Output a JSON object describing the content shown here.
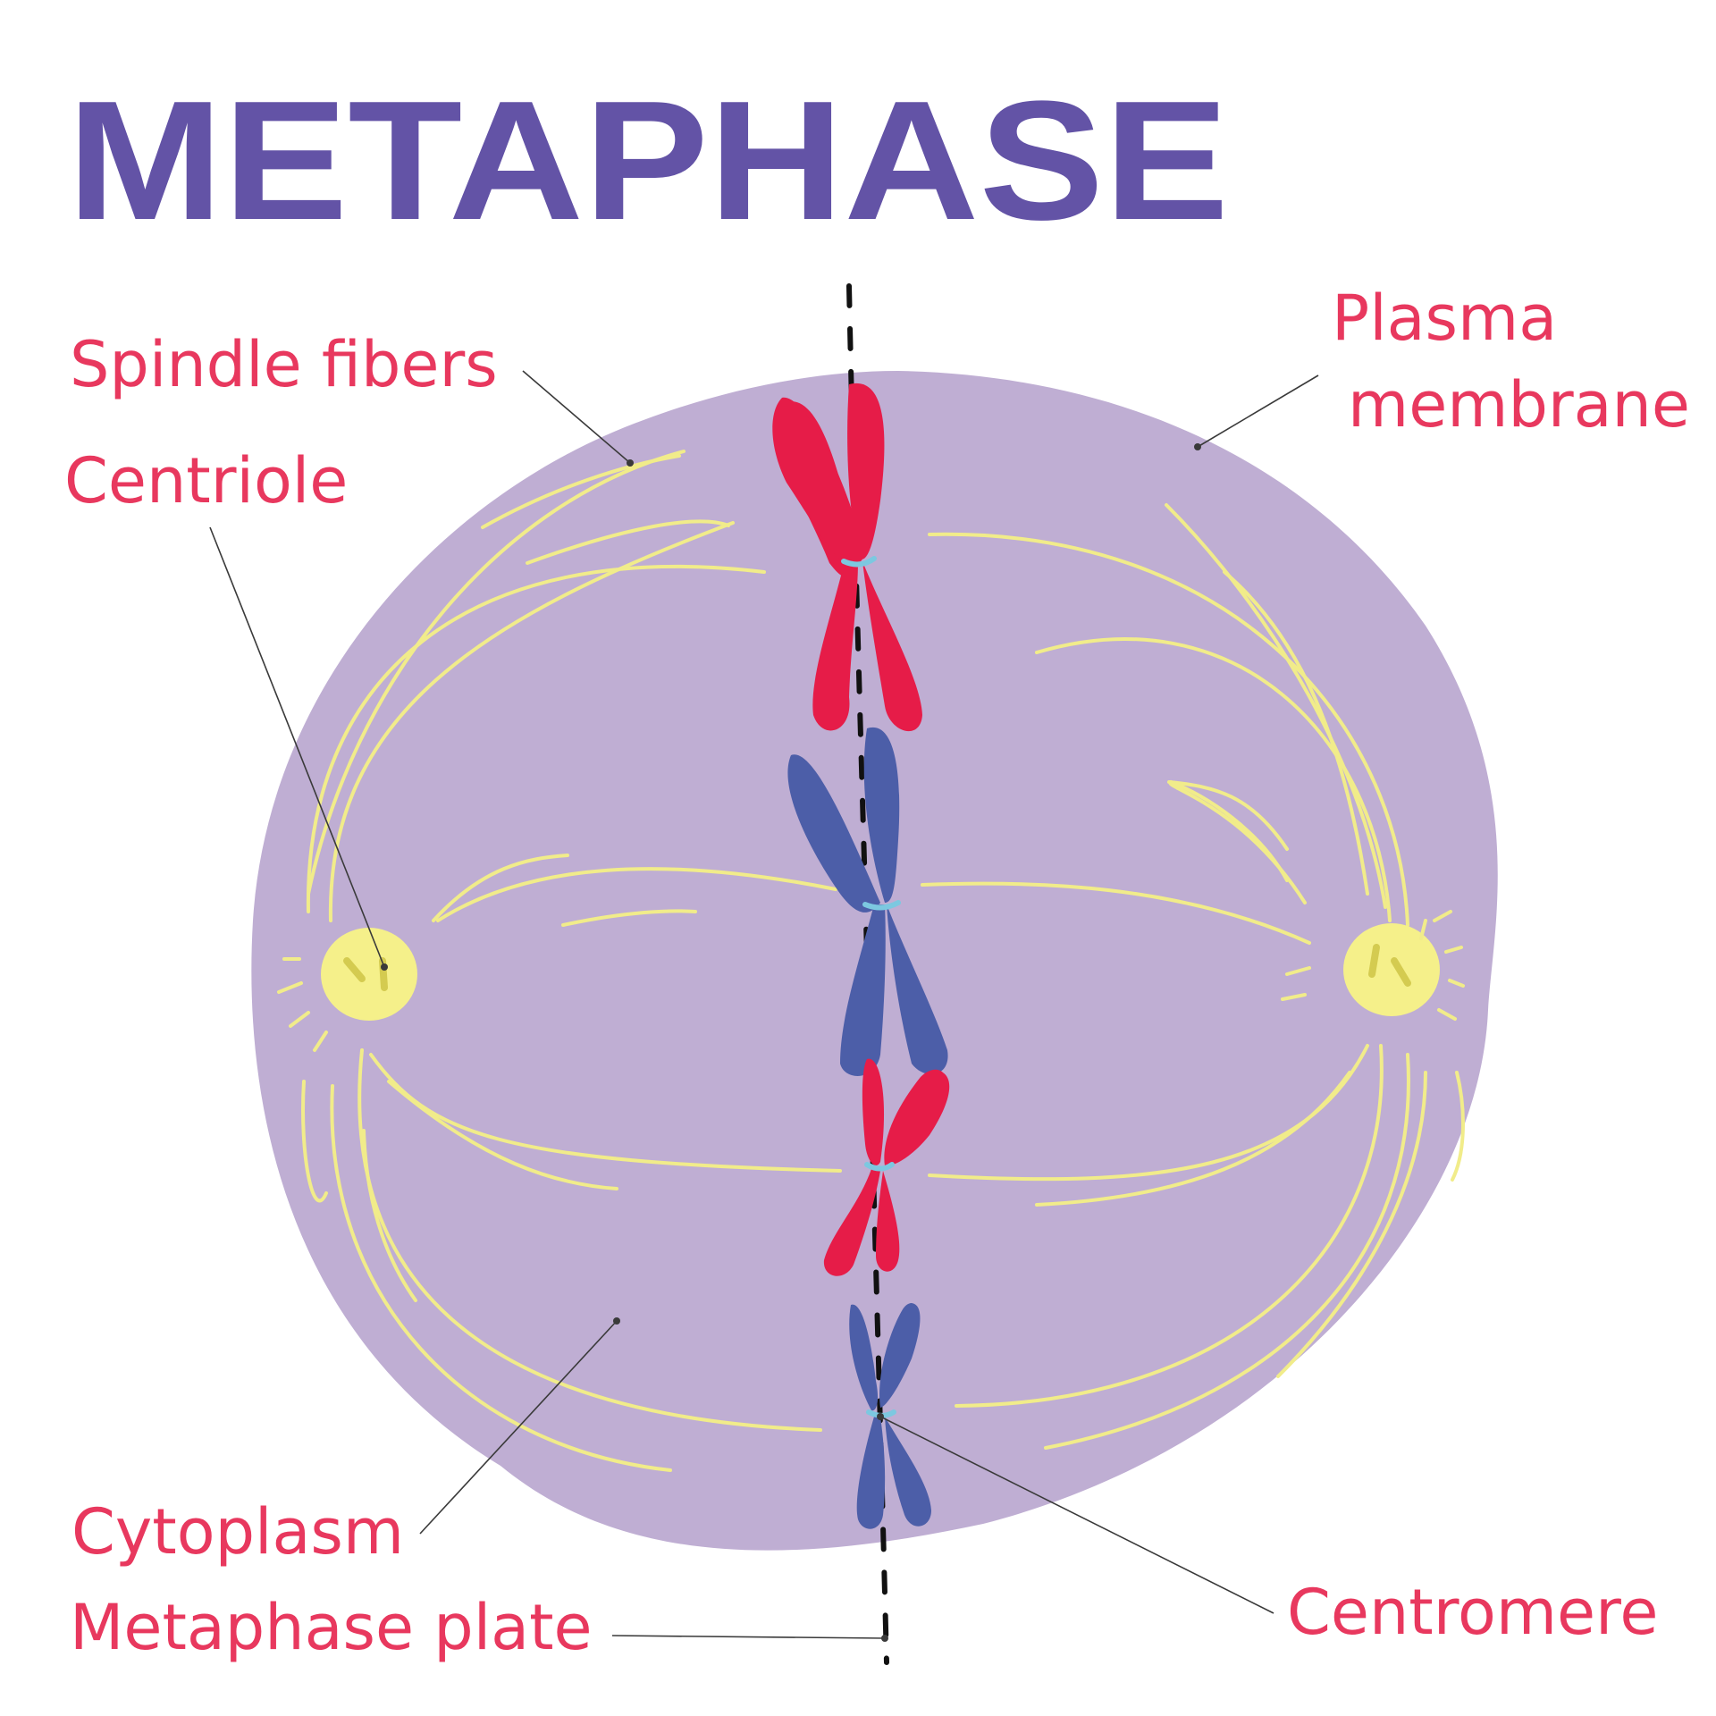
{
  "title": "METAPHASE",
  "labels": {
    "spindle_fibers": "Spindle fibers",
    "centriole": "Centriole",
    "plasma_membrane_line1": "Plasma",
    "plasma_membrane_line2": "membrane",
    "cytoplasm": "Cytoplasm",
    "metaphase_plate": "Metaphase plate",
    "centromere": "Centromere"
  },
  "colors": {
    "title": "#6353a6",
    "label": "#e8385e",
    "cell": "#bfaed3",
    "spindle": "#f1ec8a",
    "centriole": "#f5f08a",
    "chromosome_red": "#e61c48",
    "chromosome_blue": "#4c5ea8",
    "centromere": "#7cc8e0"
  }
}
